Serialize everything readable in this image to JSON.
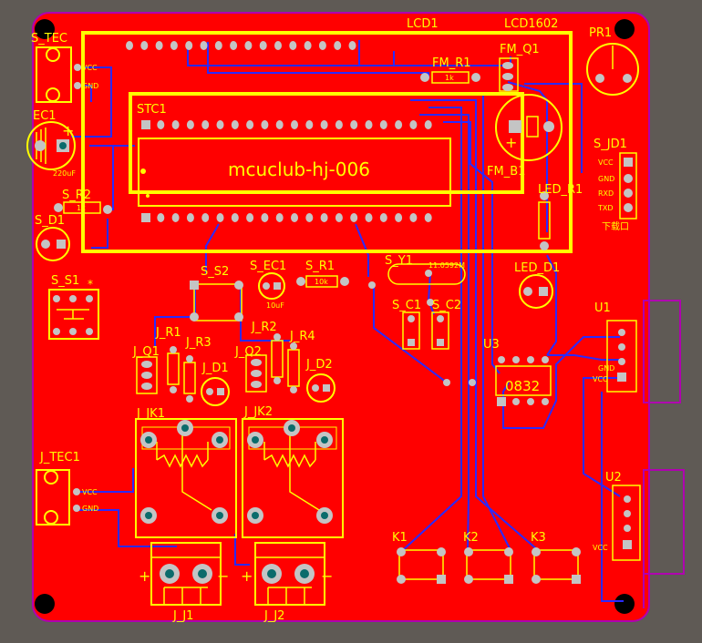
{
  "colors": {
    "board": "#ff0000",
    "silk": "#ffff00",
    "pad": "#c4c4c4",
    "trace": "#2a2aff",
    "hole": "#0b6b6b",
    "bg": "#5f5a55",
    "magenta": "#b000b0"
  },
  "labels": {
    "s_tec": "S_TEC",
    "lcd1": "LCD1",
    "lcd1602": "LCD1602",
    "pr1": "PR1",
    "fm_q1": "FM_Q1",
    "fm_r1": "FM_R1",
    "ec1": "EC1",
    "stc1": "STC1",
    "title": "mcuclub-hj-006",
    "fm_b1": "FM_B1",
    "s_jd1": "S_JD1",
    "led_r1": "LED_R1",
    "s_r2": "S_R2",
    "s_d1": "S_D1",
    "s_s1": "S_S1",
    "s_s2": "S_S2",
    "s_ec1": "S_EC1",
    "s_r1": "S_R1",
    "s_y1": "S_Y1",
    "led_d1": "LED_D1",
    "s_c1": "S_C1",
    "s_c2": "S_C2",
    "u1": "U1",
    "u3": "U3",
    "j_r1": "J_R1",
    "j_r2": "J_R2",
    "j_r4": "J_R4",
    "j_q1": "J_Q1",
    "j_r3": "J_R3",
    "j_q2": "J_Q2",
    "j_d1": "J_D1",
    "j_d2": "J_D2",
    "j_jk1": "J_JK1",
    "j_jk2": "J_JK2",
    "j_tec1": "J_TEC1",
    "u2": "U2",
    "k1": "K1",
    "k2": "K2",
    "k3": "K3",
    "j_j1": "J_J1",
    "j_j2": "J_J2",
    "chip0832": "0832",
    "vcc": "VCC",
    "gnd": "GND",
    "rxd": "RXD",
    "txd": "TXD",
    "download": "下载口",
    "cap_220uf": "220uF",
    "cap_10uf": "10uF",
    "res_10k": "10k",
    "res_1k": "1k",
    "crystal": "11.0592M",
    "plus": "+",
    "minus": "−",
    "star": "*"
  }
}
